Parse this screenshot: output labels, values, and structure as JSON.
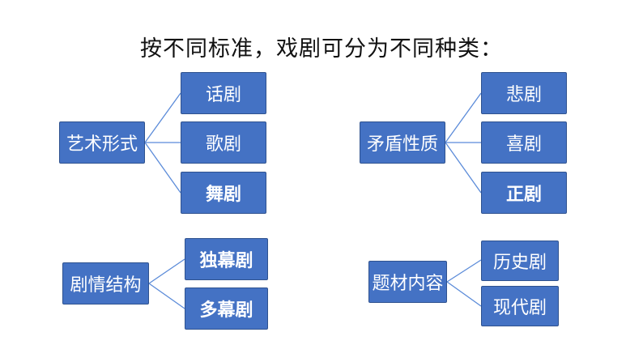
{
  "title": "按不同标准，戏剧可分为不同种类：",
  "groups": [
    {
      "root": "艺术形式",
      "children": [
        "话剧",
        "歌剧",
        "舞剧"
      ]
    },
    {
      "root": "矛盾性质",
      "children": [
        "悲剧",
        "喜剧",
        "正剧"
      ]
    },
    {
      "root": "剧情结构",
      "children": [
        "独幕剧",
        "多幕剧"
      ]
    },
    {
      "root": "题材内容",
      "children": [
        "历史剧",
        "现代剧"
      ]
    }
  ]
}
